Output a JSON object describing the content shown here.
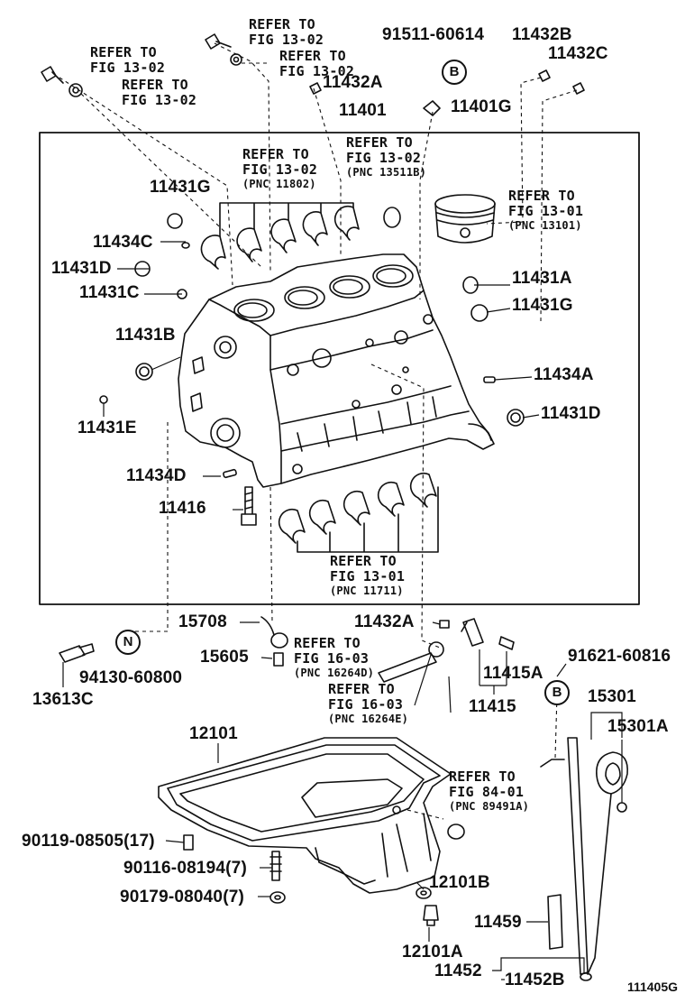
{
  "diagram": {
    "figure_id": "111405G",
    "markers": {
      "b": "B",
      "n": "N"
    },
    "parts": {
      "p91511": "91511-60614",
      "p11432B": "11432B",
      "p11432C": "11432C",
      "p11432A_top": "11432A",
      "p11401": "11401",
      "p11401G": "11401G",
      "p11431G_left": "11431G",
      "p11434C": "11434C",
      "p11431D_left": "11431D",
      "p11431C": "11431C",
      "p11431B": "11431B",
      "p11431E": "11431E",
      "p11431A": "11431A",
      "p11431G_right": "11431G",
      "p11434A": "11434A",
      "p11431D_right": "11431D",
      "p11434D": "11434D",
      "p11416": "11416",
      "p15708": "15708",
      "p15605": "15605",
      "p11432A_low": "11432A",
      "p11415A": "11415A",
      "p11415": "11415",
      "p91621": "91621-60816",
      "p15301": "15301",
      "p15301A": "15301A",
      "p94130": "94130-60800",
      "p13613C": "13613C",
      "p12101": "12101",
      "p90119": "90119-08505(17)",
      "p90116": "90116-08194(7)",
      "p90179": "90179-08040(7)",
      "p12101B": "12101B",
      "p12101A": "12101A",
      "p11459": "11459",
      "p11452": "11452",
      "p11452B": "11452B"
    },
    "refs": {
      "r1": {
        "a": "REFER TO",
        "b": "FIG 13-02"
      },
      "r2": {
        "a": "REFER TO",
        "b": "FIG 13-02"
      },
      "r3": {
        "a": "REFER TO",
        "b": "FIG 13-02"
      },
      "r4": {
        "a": "REFER TO",
        "b": "FIG 13-02"
      },
      "r5": {
        "a": "REFER TO",
        "b": "FIG 13-02",
        "c": "(PNC 11802)"
      },
      "r6": {
        "a": "REFER TO",
        "b": "FIG 13-02",
        "c": "(PNC 13511B)"
      },
      "r7": {
        "a": "REFER TO",
        "b": "FIG 13-01",
        "c": "(PNC 13101)"
      },
      "r8": {
        "a": "REFER TO",
        "b": "FIG 13-01",
        "c": "(PNC 11711)"
      },
      "r9": {
        "a": "REFER TO",
        "b": "FIG 16-03",
        "c": "(PNC 16264D)"
      },
      "r10": {
        "a": "REFER TO",
        "b": "FIG 16-03",
        "c": "(PNC 16264E)"
      },
      "r11": {
        "a": "REFER TO",
        "b": "FIG 84-01",
        "c": "(PNC 89491A)"
      }
    }
  }
}
